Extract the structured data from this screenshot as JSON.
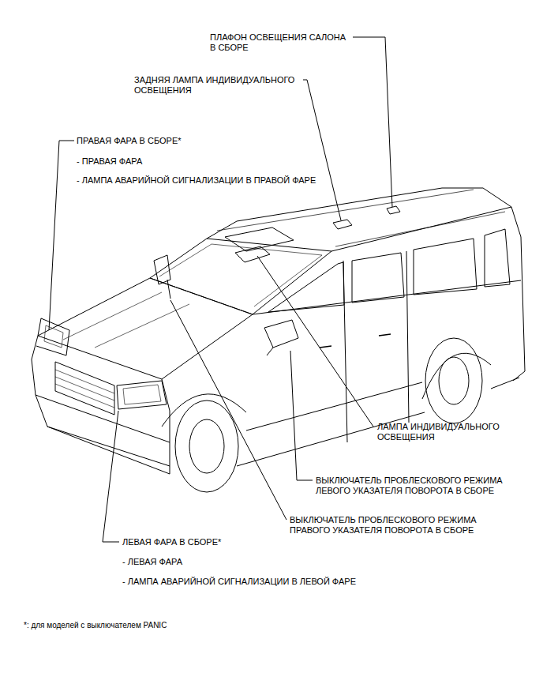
{
  "diagram": {
    "labels": [
      "ПЛАФОН ОСВЕЩЕНИЯ САЛОНА В СБОРЕ",
      "ЗАДНЯЯ ЛАМПА ИНДИВИДУАЛЬНОГО ОСВЕЩЕНИЯ",
      "ПРАВАЯ ФАРА В СБОРЕ*",
      "- ПРАВАЯ ФАРА",
      "- ЛАМПА АВАРИЙНОЙ СИГНАЛИЗАЦИИ В ПРАВОЙ ФАРЕ",
      "ЛАМПА ИНДИВИДУАЛЬНОГО ОСВЕЩЕНИЯ",
      "ВЫКЛЮЧАТЕЛЬ ПРОБЛЕСКОВОГО РЕЖИМА ЛЕВОГО УКАЗАТЕЛЯ ПОВОРОТА В СБОРЕ",
      "ВЫКЛЮЧАТЕЛЬ ПРОБЛЕСКОВОГО РЕЖИМА ПРАВОГО УКАЗАТЕЛЯ ПОВОРОТА В СБОРЕ",
      "ЛЕВАЯ ФАРА В СБОРЕ*",
      "- ЛЕВАЯ ФАРА",
      "- ЛАМПА АВАРИЙНОЙ СИГНАЛИЗАЦИИ В ЛЕВОЙ ФАРЕ",
      "*: для моделей с выключателем PANIC"
    ]
  }
}
